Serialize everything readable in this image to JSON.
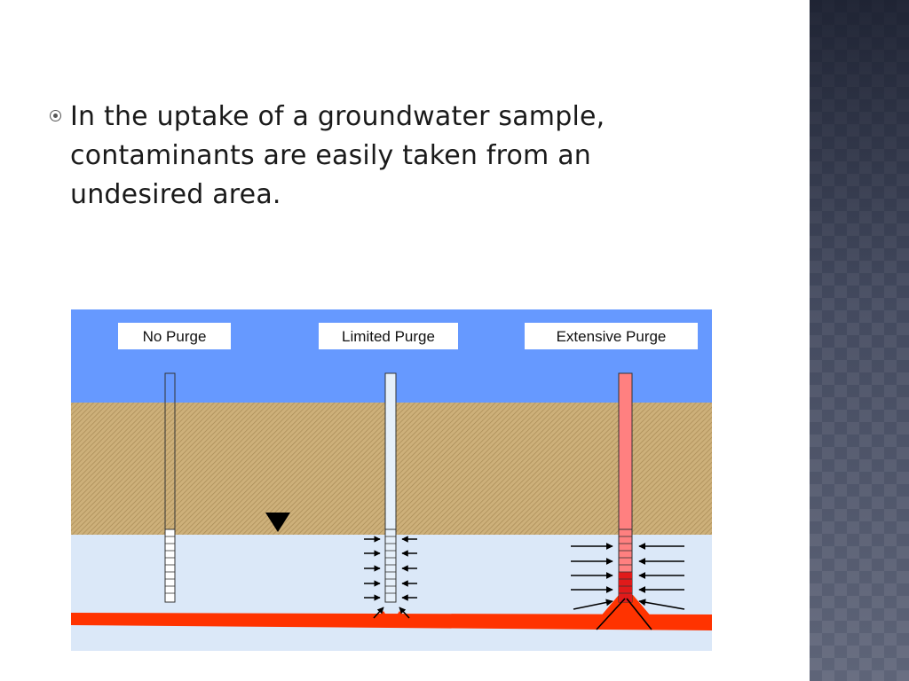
{
  "slide": {
    "bullet_text": "In the uptake of a groundwater sample, contaminants are easily taken from an undesired area.",
    "bullet_icon": "circle-dot-icon"
  },
  "figure": {
    "labels": {
      "no_purge": "No Purge",
      "limited_purge": "Limited Purge",
      "extensive_purge": "Extensive Purge"
    },
    "layers": [
      "air",
      "unsaturated-soil",
      "groundwater",
      "contaminant-layer"
    ],
    "water_table_icon": "water-table-triangle-icon",
    "colors": {
      "sky": "#6699ff",
      "soil": "#c9a86b",
      "groundwater": "#dbe8f8",
      "contaminant": "#ff3300",
      "extensive_well_fill": "#ff8080",
      "limited_well_fill": "#e6f0fa",
      "side_band": "#4c5369"
    }
  }
}
